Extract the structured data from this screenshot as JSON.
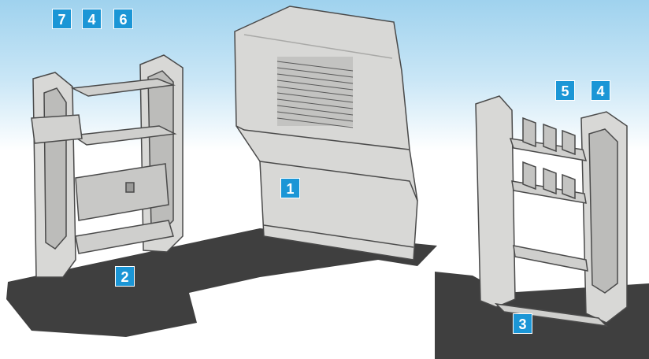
{
  "colors": {
    "sky": "#9fd2ee",
    "badge": "#1b96d6",
    "floor": "#3f3f3f",
    "metal": "#d8d8d6",
    "metal_dark": "#a9a9a7",
    "outline": "#4a4a4a"
  },
  "callouts": {
    "shelf_left_top_7": "7",
    "shelf_left_top_4": "4",
    "shelf_left_top_6": "6",
    "partition": "1",
    "shelf_left_base": "2",
    "shelf_right_5": "5",
    "shelf_right_4": "4",
    "shelf_right_base": "3"
  }
}
